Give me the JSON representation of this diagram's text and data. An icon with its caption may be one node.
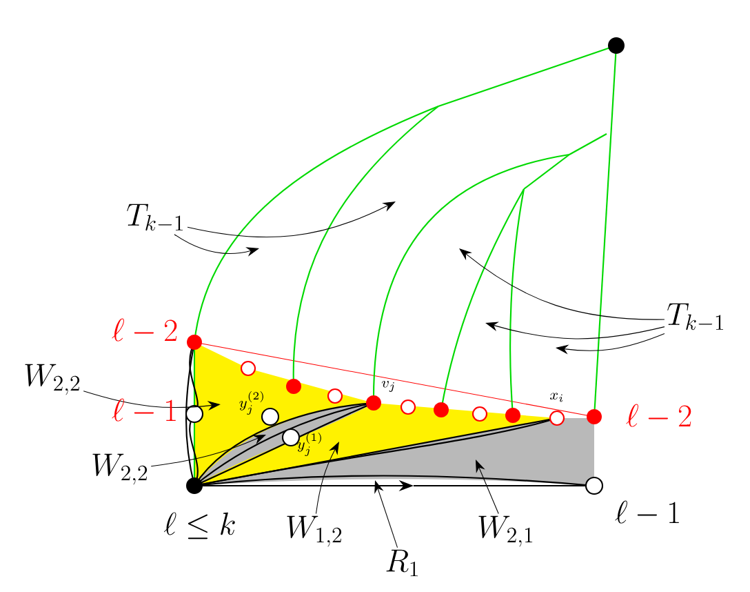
{
  "diagram": {
    "nodes": [
      {
        "text": [
          "T_{k-1}"
        ]
      },
      {
        "text": [
          "W_{2,2}"
        ]
      },
      {
        "text": [
          "W_{2,2}"
        ]
      },
      {
        "text": [
          "W_{1,2}"
        ]
      },
      {
        "text": [
          "R_1"
        ]
      },
      {
        "text": [
          "W_{2,1}"
        ]
      },
      {
        "text": [
          "T_{k-1}"
        ]
      },
      {
        "text": [],
        "shape": "drawing"
      }
    ],
    "edges": [
      {
        "from": 0,
        "to": 7,
        "arrow": "to"
      },
      {
        "from": 0,
        "to": 7,
        "arrow": "to"
      },
      {
        "from": 6,
        "to": 7,
        "arrow": "to"
      },
      {
        "from": 6,
        "to": 7,
        "arrow": "to"
      },
      {
        "from": 6,
        "to": 7,
        "arrow": "to"
      },
      {
        "from": 1,
        "to": 7,
        "arrow": "to"
      },
      {
        "from": 2,
        "to": 7,
        "arrow": "to"
      },
      {
        "from": 3,
        "to": 7,
        "arrow": "to"
      },
      {
        "from": 4,
        "to": 7,
        "arrow": "to"
      },
      {
        "from": 5,
        "to": 7,
        "arrow": "to"
      }
    ],
    "labels": [
      "\\ell-2",
      "\\ell-1",
      "y_j^{(2)}",
      "v_j",
      "x_i",
      "\\ell-2",
      "y_j^{(1)}",
      "\\ell \\leq k",
      "\\ell-1"
    ]
  }
}
